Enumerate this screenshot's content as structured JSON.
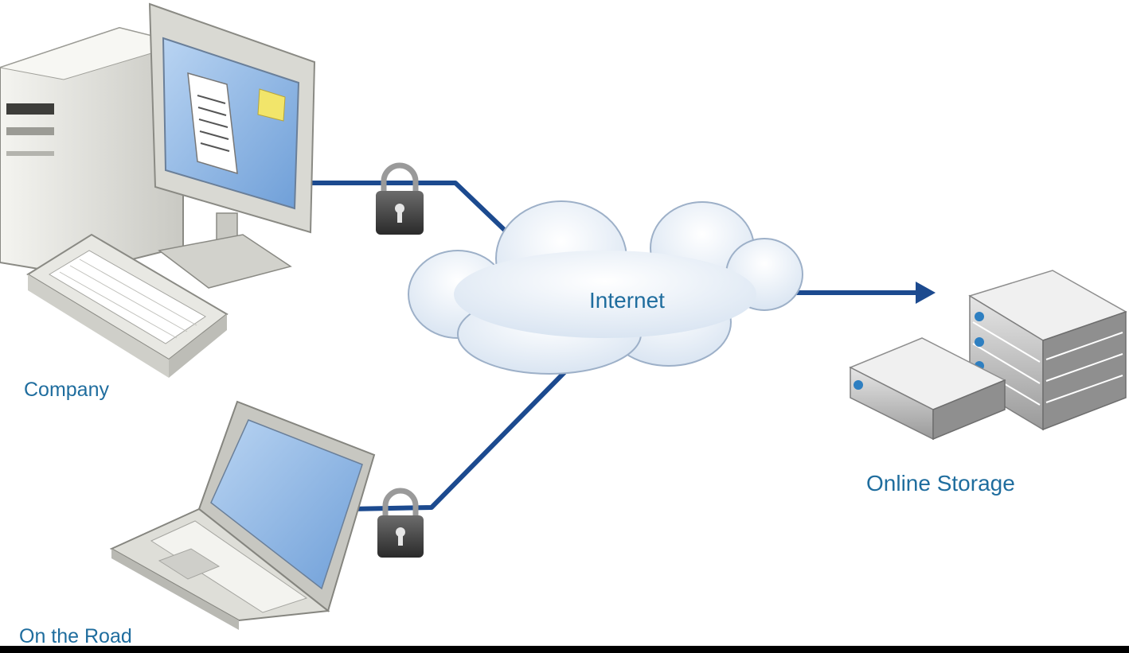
{
  "labels": {
    "company": "Company",
    "on_the_road": "On the Road",
    "internet": "Internet",
    "online_storage": "Online Storage"
  },
  "colors": {
    "link": "#1c4a8f",
    "label_text": "#1f6d9e",
    "background": "#ffffff"
  }
}
